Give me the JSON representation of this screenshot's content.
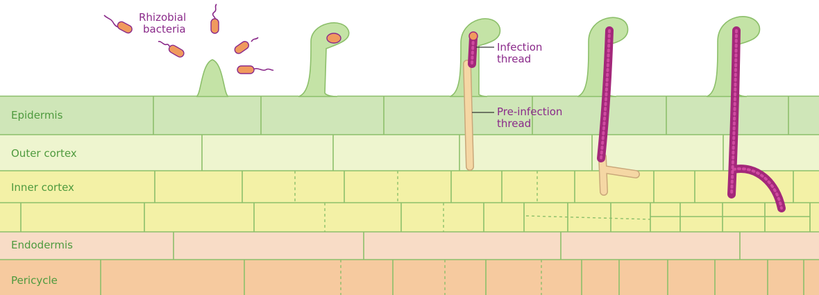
{
  "bacteria_label": {
    "line1": "Rhizobial",
    "line2": "bacteria"
  },
  "layers": [
    {
      "name": "Epidermis",
      "color": "#cfe6b8"
    },
    {
      "name": "Outer cortex",
      "color": "#eef5cf"
    },
    {
      "name": "Inner cortex",
      "color": "#f3f1a6"
    },
    {
      "name": "",
      "color": "#f3f1a6"
    },
    {
      "name": "Endodermis",
      "color": "#f8dcc6"
    },
    {
      "name": "Pericycle",
      "color": "#f6ca9f"
    }
  ],
  "annotations": {
    "infection": {
      "line1": "Infection",
      "line2": "thread"
    },
    "preinfection": {
      "line1": "Pre-infection",
      "line2": "thread"
    }
  },
  "colors": {
    "root_hair": "#c4e3a6",
    "thread": "#a3287a",
    "pre_thread": "#f5d7a4",
    "bacterium": "#f09a5e",
    "text_green": "#4e9a3e",
    "text_purple": "#8a2a8a"
  }
}
